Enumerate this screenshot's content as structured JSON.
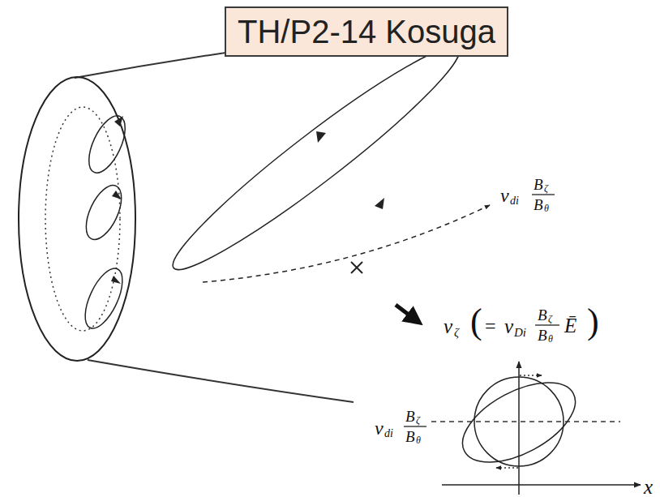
{
  "diagram": {
    "nodes": [
      {
        "text": [
          "TH/P2-14 Kosuga"
        ]
      }
    ],
    "labels": [
      "v",
      "di",
      "B",
      "ζ",
      "B",
      "θ",
      "v",
      "ζ",
      "(",
      "=",
      "v",
      "Di",
      "B",
      "ζ",
      "B",
      "θ",
      "Ē",
      ")",
      "v",
      "di",
      "B",
      "ζ",
      "B",
      "θ",
      "x"
    ]
  }
}
